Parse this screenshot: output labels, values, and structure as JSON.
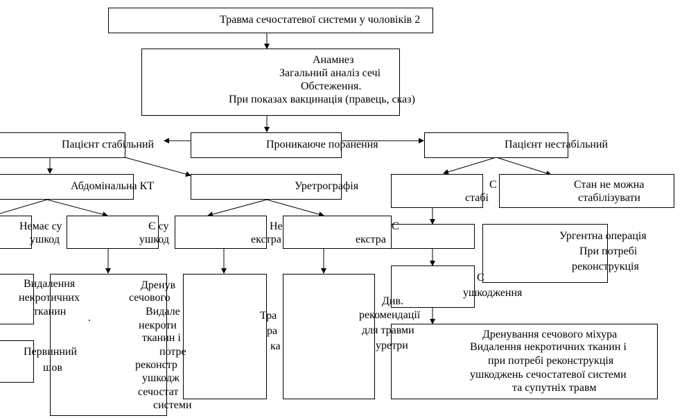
{
  "boxes": {
    "title": "Травма сечостатевої системи у чоловіків 2",
    "anamnesis": [
      "Анамнез",
      "Загальний аналіз сечі",
      "Обстеження.",
      "При показах вакцинація (правець, сказ)"
    ],
    "stable": "Пацієнт стабільний",
    "penetrating": "Проникаюче поранення",
    "unstable": "Пацієнт нестабільний",
    "abdominal_ct": "Абдомінальна КТ",
    "urethrography": "Уретрографія",
    "stabilize_partial": [
      "С",
      "стабі"
    ],
    "cannot_stabilize": [
      "Стан не можна",
      "стабілізувати"
    ],
    "no_injury": [
      "Немає су",
      "ушкод"
    ],
    "has_injury": [
      "Є су",
      "ушкод"
    ],
    "non_extra": [
      "Не",
      "екстра"
    ],
    "extra": [
      "екстра"
    ],
    "s_partial": "С",
    "emergency_op": [
      "Ургентна операція",
      "При потребі",
      "реконструкція"
    ],
    "injury_partial": [
      "С",
      "ушкодження"
    ],
    "removal": [
      "Видалення",
      "некротичних",
      "тканин"
    ],
    "dot": ".",
    "drainage_left": [
      "Дренув",
      "сечового",
      "Видале",
      "некроти",
      "тканин і",
      "потре",
      "реконстр",
      "ушкодж",
      "сечостат",
      "системи"
    ],
    "primary_suture": [
      "Первинний",
      "шов"
    ],
    "trauma_partial": [
      "Тра",
      "ра",
      "ка"
    ],
    "see_recommend": [
      "Див.",
      "рекомендації",
      "для травми",
      "уретри"
    ],
    "drainage_right": [
      "Дренування сечового міхура",
      "Видалення некротичних тканин і",
      "при потребі реконструкція",
      "ушкоджень сечостатевої системи",
      "та супутніх травм"
    ]
  }
}
